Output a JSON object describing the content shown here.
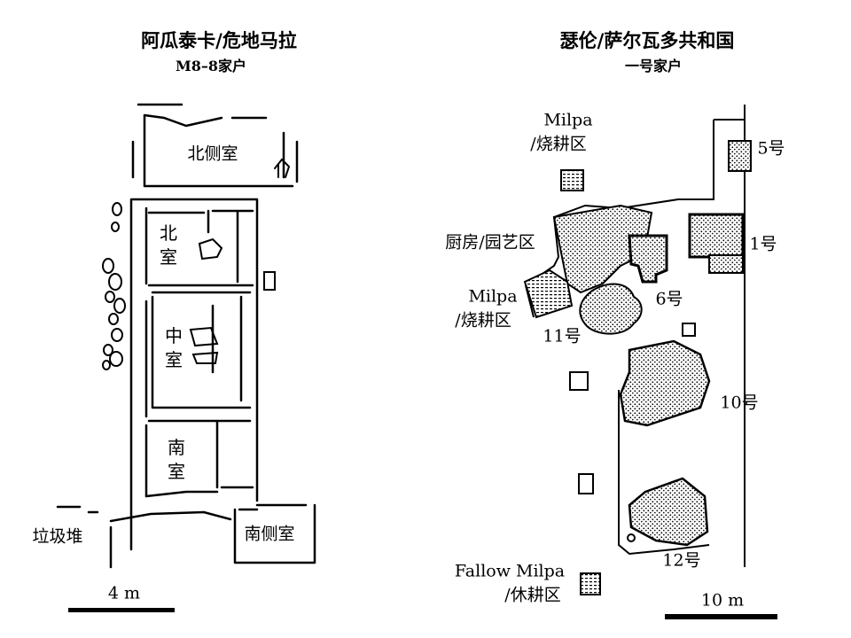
{
  "left_plan": {
    "title": "阿瓜泰卡/危地马拉",
    "subtitle": "M8–8家户",
    "rooms": {
      "north_side_room": "北侧室",
      "north_room": [
        "北",
        "室"
      ],
      "middle_room": [
        "中",
        "室"
      ],
      "south_room": [
        "南",
        "室"
      ],
      "south_side_room": "南侧室",
      "midden": "垃圾堆"
    },
    "scale_label": "4 m"
  },
  "right_plan": {
    "title": "瑟伦/萨尔瓦多共和国",
    "subtitle": "一号家户",
    "labels": {
      "milpa_top": "Milpa",
      "milpa_top_cn": "/烧耕区",
      "kitchen_garden": "厨房/园艺区",
      "milpa_left": "Milpa",
      "milpa_left_cn": "/烧耕区",
      "fallow_milpa": "Fallow Milpa",
      "fallow_milpa_cn": "/休耕区",
      "structure_5": "5号",
      "structure_1": "1号",
      "structure_6": "6号",
      "structure_11": "11号",
      "structure_10": "10号",
      "structure_12": "12号"
    },
    "scale_label": "10 m"
  }
}
